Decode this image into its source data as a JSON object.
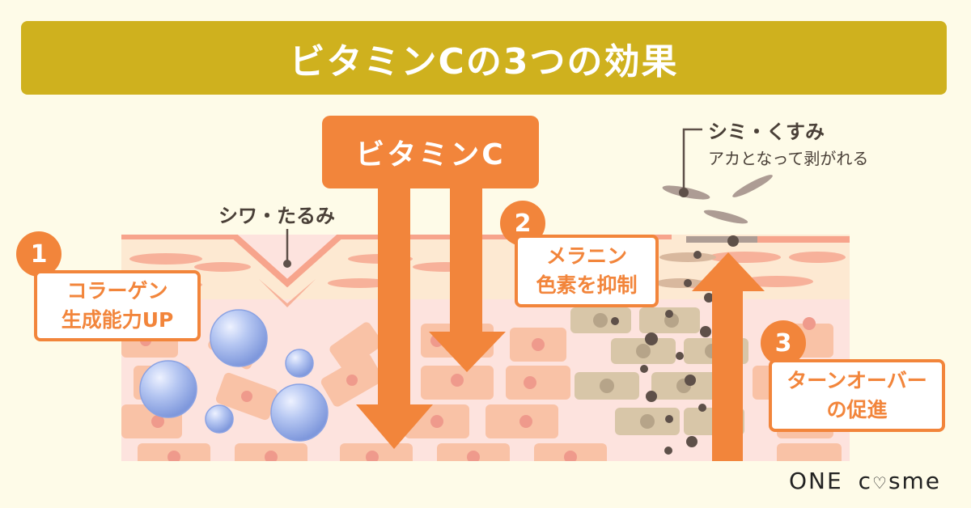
{
  "title": "ビタミンCの3つの効果",
  "vitamin_c_label": "ビタミンC",
  "annotations": {
    "wrinkle": "シワ・たるみ",
    "spots_line1": "シミ・くすみ",
    "spots_line2": "アカとなって剥がれる"
  },
  "effects": [
    {
      "number": "1",
      "line1": "コラーゲン",
      "line2": "生成能力UP"
    },
    {
      "number": "2",
      "line1": "メラニン",
      "line2": "色素を抑制"
    },
    {
      "number": "3",
      "line1": "ターンオーバー",
      "line2": "の促進"
    }
  ],
  "logo": {
    "text_left": "ONE",
    "text_right_prefix": "c",
    "heart_glyph": "♡",
    "text_right_suffix": "sme"
  },
  "colors": {
    "background": "#fefbe8",
    "title_bar": "#cfb11e",
    "accent_orange": "#f2853b",
    "skin_surface": "#f7a48c",
    "epidermis": "#fde5cf",
    "cell": "#f9c2a6",
    "cell_nucleus": "#ef9a8c",
    "melanin_cell": "#d8c6a8",
    "melanin_dot": "#5e5049",
    "water_drop": "#a8bdf0",
    "text_dark": "#4a4038"
  }
}
